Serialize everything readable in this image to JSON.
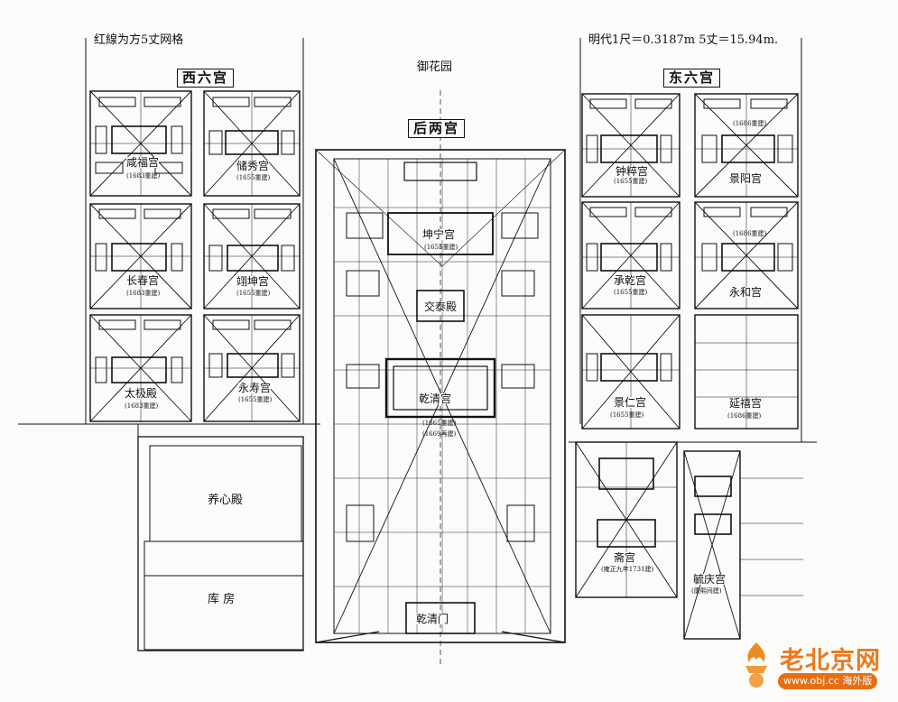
{
  "header": {
    "grid_note": "红線为方5丈网格",
    "unit_note": "明代1尺＝0.3187m  5丈＝15.94m."
  },
  "sections": {
    "west": "西六宫",
    "east": "东六宫",
    "garden": "御花园",
    "rear_palace": "后两宫"
  },
  "halls": {
    "xianfu": {
      "name": "咸福宫",
      "year": "(1683重建)"
    },
    "chuxiu": {
      "name": "储秀宫",
      "year": "(1655重建)"
    },
    "changchun": {
      "name": "长春宫",
      "year": "(1683重建)"
    },
    "yikun": {
      "name": "翊坤宫",
      "year": "(1655重建)"
    },
    "taiji": {
      "name": "太极殿",
      "year": "(1683重建)"
    },
    "yongshou": {
      "name": "永寿宫",
      "year": "(1655重建)"
    },
    "kunning": {
      "name": "坤宁宫",
      "year": "(1655重建)"
    },
    "jiaotai": {
      "name": "交泰殿"
    },
    "qianqing": {
      "name": "乾清宫",
      "year1": "(1665重建)",
      "year2": "(1669再建)"
    },
    "zhongcui": {
      "name": "钟粹宫",
      "year": "(1655重建)"
    },
    "jingyang": {
      "name": "景阳宫",
      "year": "(1686重建)"
    },
    "chengqian": {
      "name": "承乾宫",
      "year": "(1655重建)"
    },
    "yonghe": {
      "name": "永和宫",
      "year": "(1686重建)"
    },
    "jingren": {
      "name": "景仁宫",
      "year": "(1655重建)"
    },
    "yanxi": {
      "name": "延禧宫",
      "year": "(1686重建)"
    },
    "zhai": {
      "name": "斋宫",
      "year": "(雍正九年1731建)"
    },
    "yuqing": {
      "name": "毓庆宫",
      "year": "(康熙间建)"
    },
    "yangxin": {
      "name": "养心殿"
    },
    "kufang": {
      "name": "库  房"
    },
    "qianqingmen": {
      "name": "乾清门"
    }
  },
  "watermark": {
    "site": "老北京网",
    "url": "www.obj.cc 海外版",
    "logo_icon": "torch-flame-logo"
  }
}
